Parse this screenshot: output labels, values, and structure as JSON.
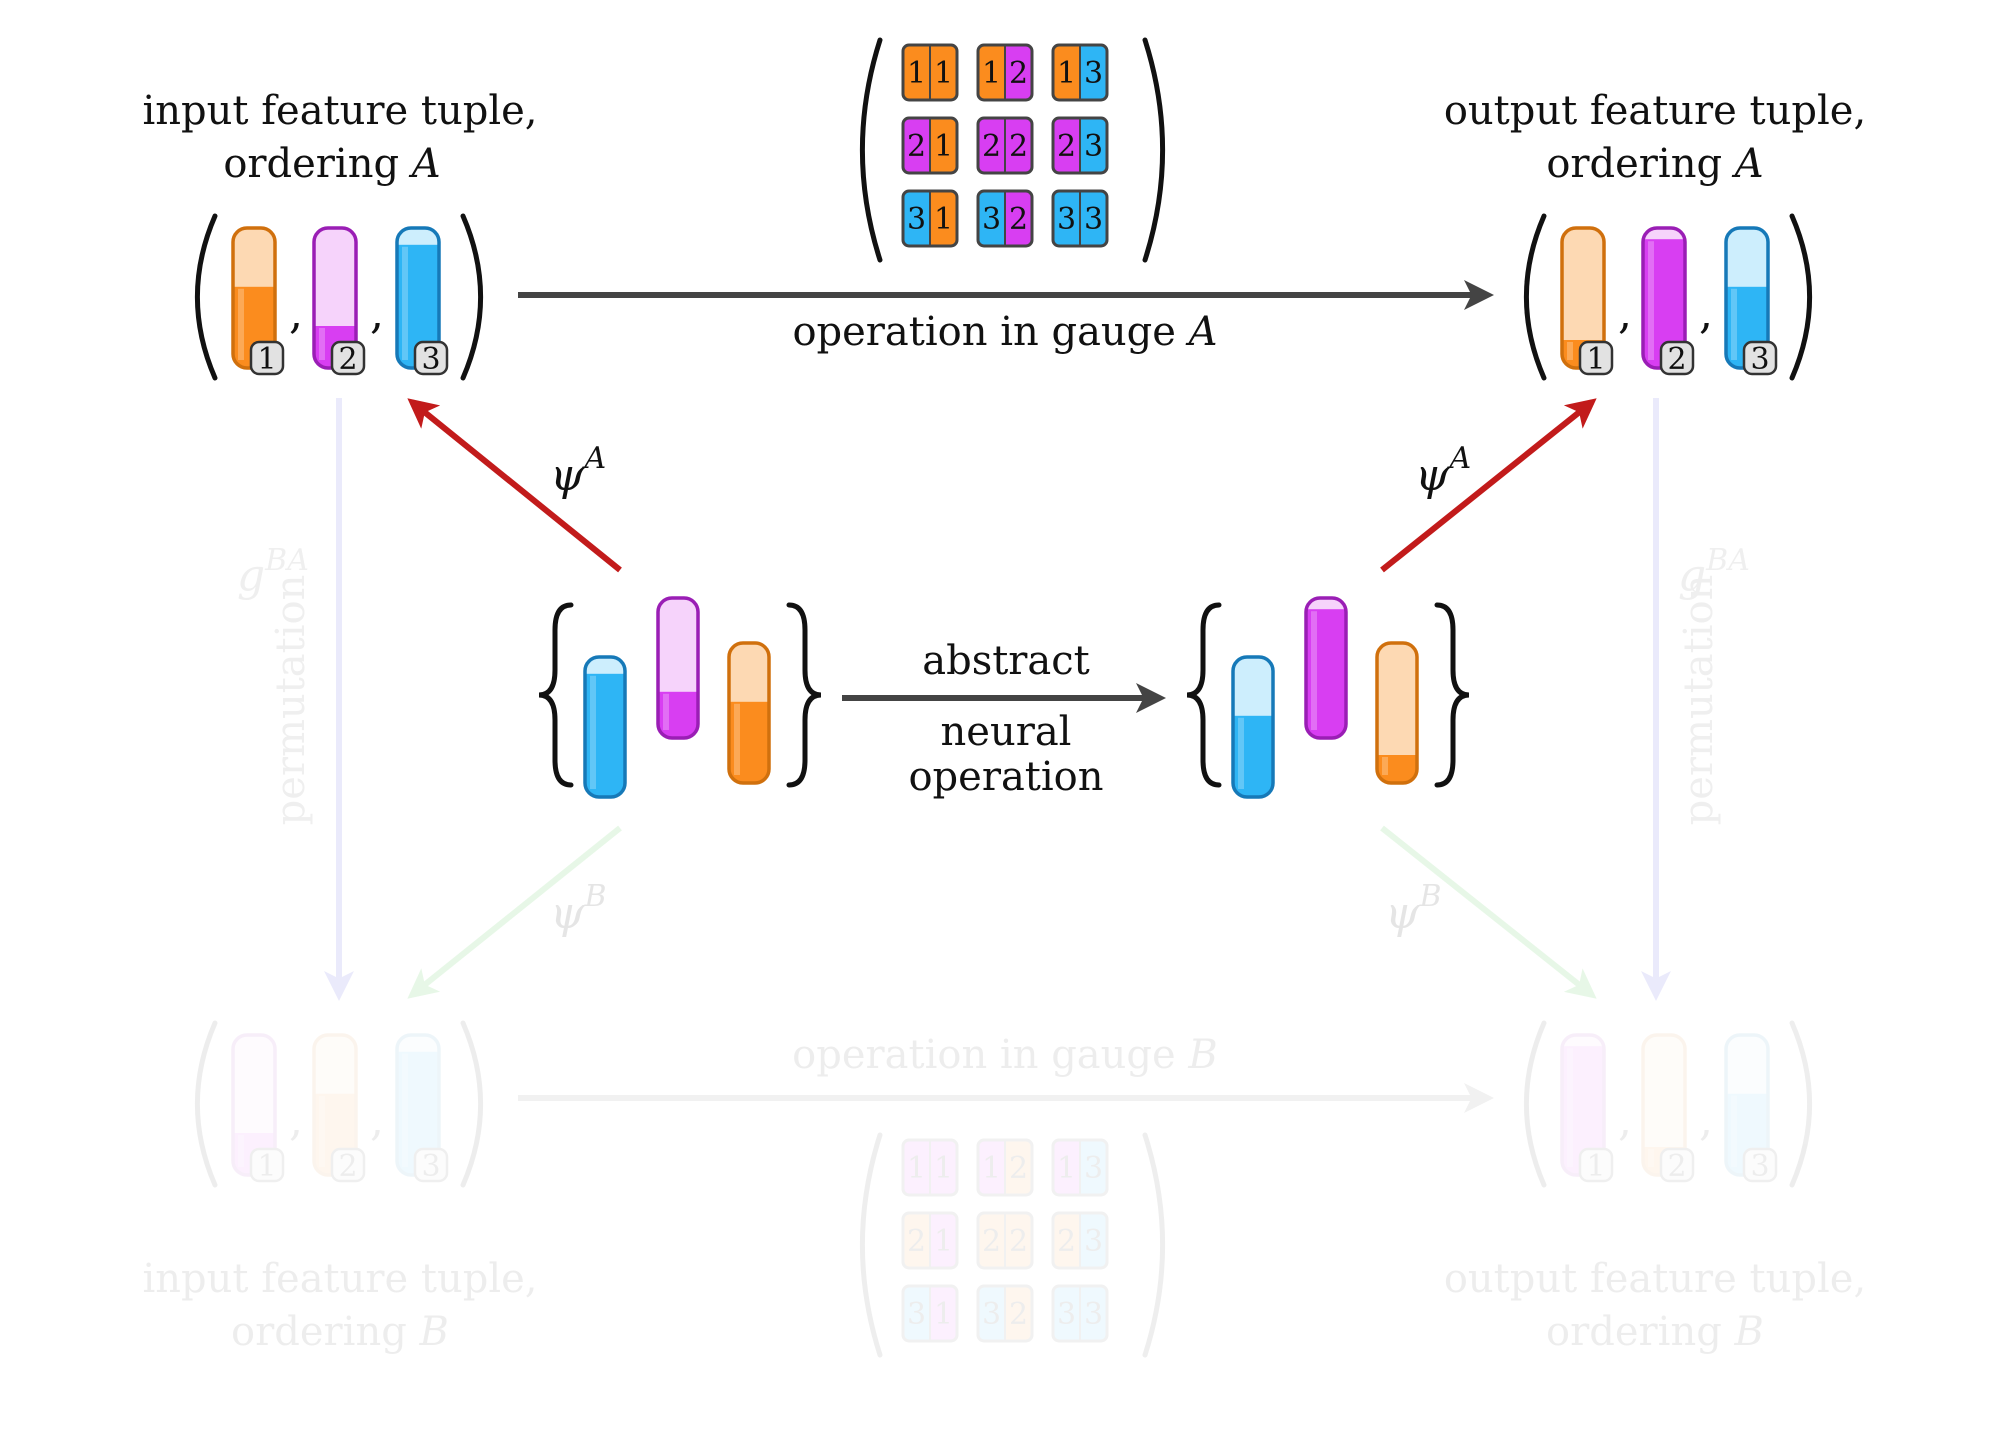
{
  "colors": {
    "orange": {
      "fill": "#fb8c1e",
      "light": "#fdd9b3",
      "stroke": "#d0700d"
    },
    "purple": {
      "fill": "#d83ef2",
      "light": "#f6d3fb",
      "stroke": "#9a1eb5"
    },
    "blue": {
      "fill": "#2eb5f5",
      "light": "#cdeefd",
      "stroke": "#1679b8"
    },
    "arrow_gray": "#444444",
    "arrow_red": "#c21b1b",
    "arrow_blue_faded": "#3a3adc",
    "arrow_green_faded": "#22bb22",
    "badge_fill": "#e2e2e2"
  },
  "top_left": {
    "label_line1": "input feature tuple,",
    "label_line2": "ordering ",
    "label_var": "A",
    "tuple": [
      {
        "color": "orange",
        "level": 0.58,
        "badge": "1"
      },
      {
        "color": "purple",
        "level": 0.3,
        "badge": "2"
      },
      {
        "color": "blue",
        "level": 0.88,
        "badge": "3"
      }
    ]
  },
  "top_right": {
    "label_line1": "output feature tuple,",
    "label_line2": "ordering ",
    "label_var": "A",
    "tuple": [
      {
        "color": "orange",
        "level": 0.2,
        "badge": "1"
      },
      {
        "color": "purple",
        "level": 0.92,
        "badge": "2"
      },
      {
        "color": "blue",
        "level": 0.58,
        "badge": "3"
      }
    ]
  },
  "bottom_left": {
    "label_line1": "input feature tuple,",
    "label_line2": "ordering ",
    "label_var": "B",
    "tuple": [
      {
        "color": "purple",
        "level": 0.3,
        "badge": "1"
      },
      {
        "color": "orange",
        "level": 0.58,
        "badge": "2"
      },
      {
        "color": "blue",
        "level": 0.88,
        "badge": "3"
      }
    ]
  },
  "bottom_right": {
    "label_line1": "output feature tuple,",
    "label_line2": "ordering ",
    "label_var": "B",
    "tuple": [
      {
        "color": "purple",
        "level": 0.92,
        "badge": "1"
      },
      {
        "color": "orange",
        "level": 0.2,
        "badge": "2"
      },
      {
        "color": "blue",
        "level": 0.58,
        "badge": "3"
      }
    ]
  },
  "top_matrix": {
    "cells": [
      [
        [
          "1",
          "1"
        ],
        [
          "1",
          "2"
        ],
        [
          "1",
          "3"
        ]
      ],
      [
        [
          "2",
          "1"
        ],
        [
          "2",
          "2"
        ],
        [
          "2",
          "3"
        ]
      ],
      [
        [
          "3",
          "1"
        ],
        [
          "3",
          "2"
        ],
        [
          "3",
          "3"
        ]
      ]
    ],
    "color_map": {
      "1": "orange",
      "2": "purple",
      "3": "blue"
    }
  },
  "bottom_matrix": {
    "cells": [
      [
        [
          "1",
          "1"
        ],
        [
          "1",
          "2"
        ],
        [
          "1",
          "3"
        ]
      ],
      [
        [
          "2",
          "1"
        ],
        [
          "2",
          "2"
        ],
        [
          "2",
          "3"
        ]
      ],
      [
        [
          "3",
          "1"
        ],
        [
          "3",
          "2"
        ],
        [
          "3",
          "3"
        ]
      ]
    ],
    "color_map": {
      "1": "purple",
      "2": "orange",
      "3": "blue"
    }
  },
  "center_left_set": [
    {
      "color": "blue",
      "level": 0.88
    },
    {
      "color": "purple",
      "level": 0.33
    },
    {
      "color": "orange",
      "level": 0.58
    }
  ],
  "center_right_set": [
    {
      "color": "blue",
      "level": 0.58
    },
    {
      "color": "purple",
      "level": 0.92
    },
    {
      "color": "orange",
      "level": 0.2
    }
  ],
  "arrows": {
    "gauge_a_label": "operation in gauge ",
    "gauge_a_var": "A",
    "gauge_b_label": "operation in gauge ",
    "gauge_b_var": "B",
    "abstract_label_top": "abstract",
    "abstract_label_mid": "neural",
    "abstract_label_bot": "operation",
    "psi_symbol": "ψ",
    "psi_a_sup": "A",
    "psi_b_sup": "B",
    "g_symbol": "g",
    "g_sup": "BA",
    "permutation_label": "permutation"
  }
}
